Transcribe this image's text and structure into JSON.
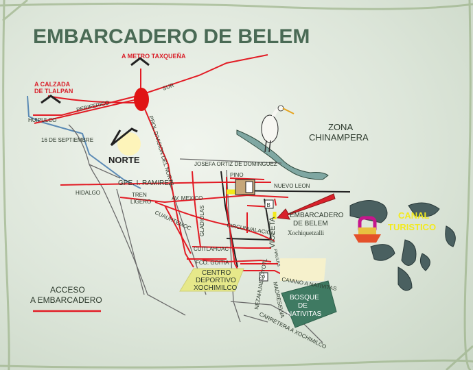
{
  "title": "EMBARCADERO DE BELEM",
  "labels": {
    "metro": "A METRO  TAXQUEÑA",
    "calzada_1": "A CALZADA",
    "calzada_2": "DE TLALPAN",
    "sur": "SUR",
    "periferico": "PERIFERICO",
    "huipulco": "HUIPULCO",
    "septiembre": "16 DE SEPTIEMBRE",
    "prol_division": "PROL DIVISION DEL NORTE",
    "norte": "NORTE",
    "zona_1": "ZONA",
    "zona_2": "CHINAMPERA",
    "josefa": "JOSEFA ORTIZ DE DOMINGUEZ",
    "pino": "PINO",
    "gpe_ramirez": "GPE. I. RAMIREZ",
    "nuevo_leon": "NUEVO LEON",
    "hidalgo": "HIDALGO",
    "tren_1": "TREN",
    "tren_2": "LIGERO",
    "av_mexico": "AV. MEXICO",
    "gladiolas": "GLADIOLAS",
    "cuauhtemoc": "CUAUHTEMOC",
    "circunvalacion": "CIRCUNVALACION",
    "violeta": "VIOLETA",
    "cuitlahuac": "CUITLAHUAC",
    "fco_goitia": "FCO. GOITIA",
    "embarcadero_1": "EMBARCADERO",
    "embarcadero_2": "DE BELEM",
    "xochiquetzalli": "Xochiquetzalli",
    "canal_1": "CANAL",
    "canal_2": "TURISTICO",
    "centro_1": "CENTRO",
    "centro_2": "DEPORTIVO",
    "centro_3": "XOCHIMILCO",
    "camino": "CAMINO A NATIVITAS",
    "bosque_1": "BOSQUE",
    "bosque_2": "DE",
    "bosque_3": "NATIVITAS",
    "nezahualcoyotl": "NEZAHUALCOYOTL",
    "carretera": "CARRETERA A XOCHIMILCO",
    "madreselva": "MADRESELVA",
    "pirules": "PIRULES",
    "b1": "B",
    "p1": "P"
  },
  "legend": {
    "line1": "ACCESO",
    "line2": "A EMBARCADERO"
  },
  "colors": {
    "route": "#e21b24",
    "street": "#3a3a3a",
    "canal": "#5b8ab5",
    "title": "#4a6a55",
    "park_yellow": "#e6e88a",
    "park_green": "#3f7a62",
    "marker_yellow": "#f3ea1c"
  },
  "icons": [
    "north-arrow-icon",
    "heron-icon",
    "boat-icon",
    "bus-icon",
    "arrow-pointer-icon",
    "bike-stop-icon",
    "parking-icon"
  ]
}
